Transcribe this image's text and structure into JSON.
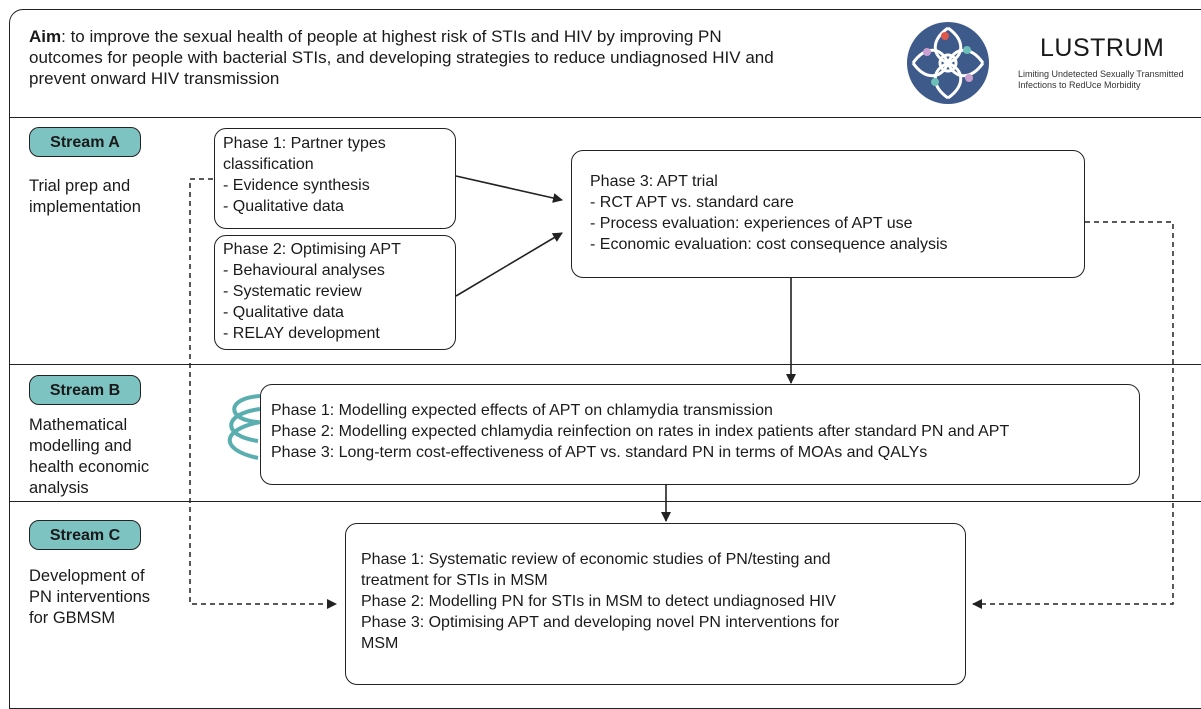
{
  "header": {
    "aim_label": "Aim",
    "aim_text": ": to improve the sexual health of people at highest risk of STIs and HIV by improving PN outcomes for people with bacterial STIs, and developing strategies to reduce undiagnosed HIV and prevent onward HIV transmission",
    "logo_title": "LUSTRUM",
    "logo_subtitle": "Limiting Undetected Sexually Transmitted Infections to RedUce Morbidity",
    "logo_icon": "lustrum-logo-icon"
  },
  "streams": [
    {
      "label": "Stream A",
      "description": "Trial prep and implementation"
    },
    {
      "label": "Stream B",
      "description": "Mathematical modelling and health economic analysis"
    },
    {
      "label": "Stream C",
      "description": "Development of PN interventions for GBMSM"
    }
  ],
  "stream_a": {
    "phase1": [
      "Phase 1: Partner types",
      "classification",
      "- Evidence synthesis",
      "- Qualitative data"
    ],
    "phase2": [
      "Phase 2: Optimising APT",
      "- Behavioural analyses",
      "- Systematic review",
      "- Qualitative data",
      "- RELAY development"
    ],
    "phase3": [
      "Phase 3: APT trial",
      "- RCT APT vs. standard care",
      "- Process evaluation: experiences of APT use",
      "- Economic evaluation: cost consequence analysis"
    ]
  },
  "stream_b": {
    "phases": [
      "Phase 1: Modelling expected effects of APT on chlamydia transmission",
      "Phase 2: Modelling expected chlamydia reinfection on rates in index patients after standard PN and APT",
      "Phase 3: Long-term cost-effectiveness of APT vs. standard PN in terms of MOAs and QALYs"
    ]
  },
  "stream_c": {
    "phases": [
      "Phase 1: Systematic review of economic studies of PN/testing and",
      "treatment for STIs in MSM",
      "Phase 2: Modelling PN for STIs in MSM to detect undiagnosed HIV",
      "Phase 3: Optimising APT and developing novel PN interventions for",
      "MSM"
    ]
  },
  "colors": {
    "stream_badge": "#7cc3c1",
    "logo_blue": "#3d5a8a",
    "cycle_arrow": "#5aaeb0"
  }
}
